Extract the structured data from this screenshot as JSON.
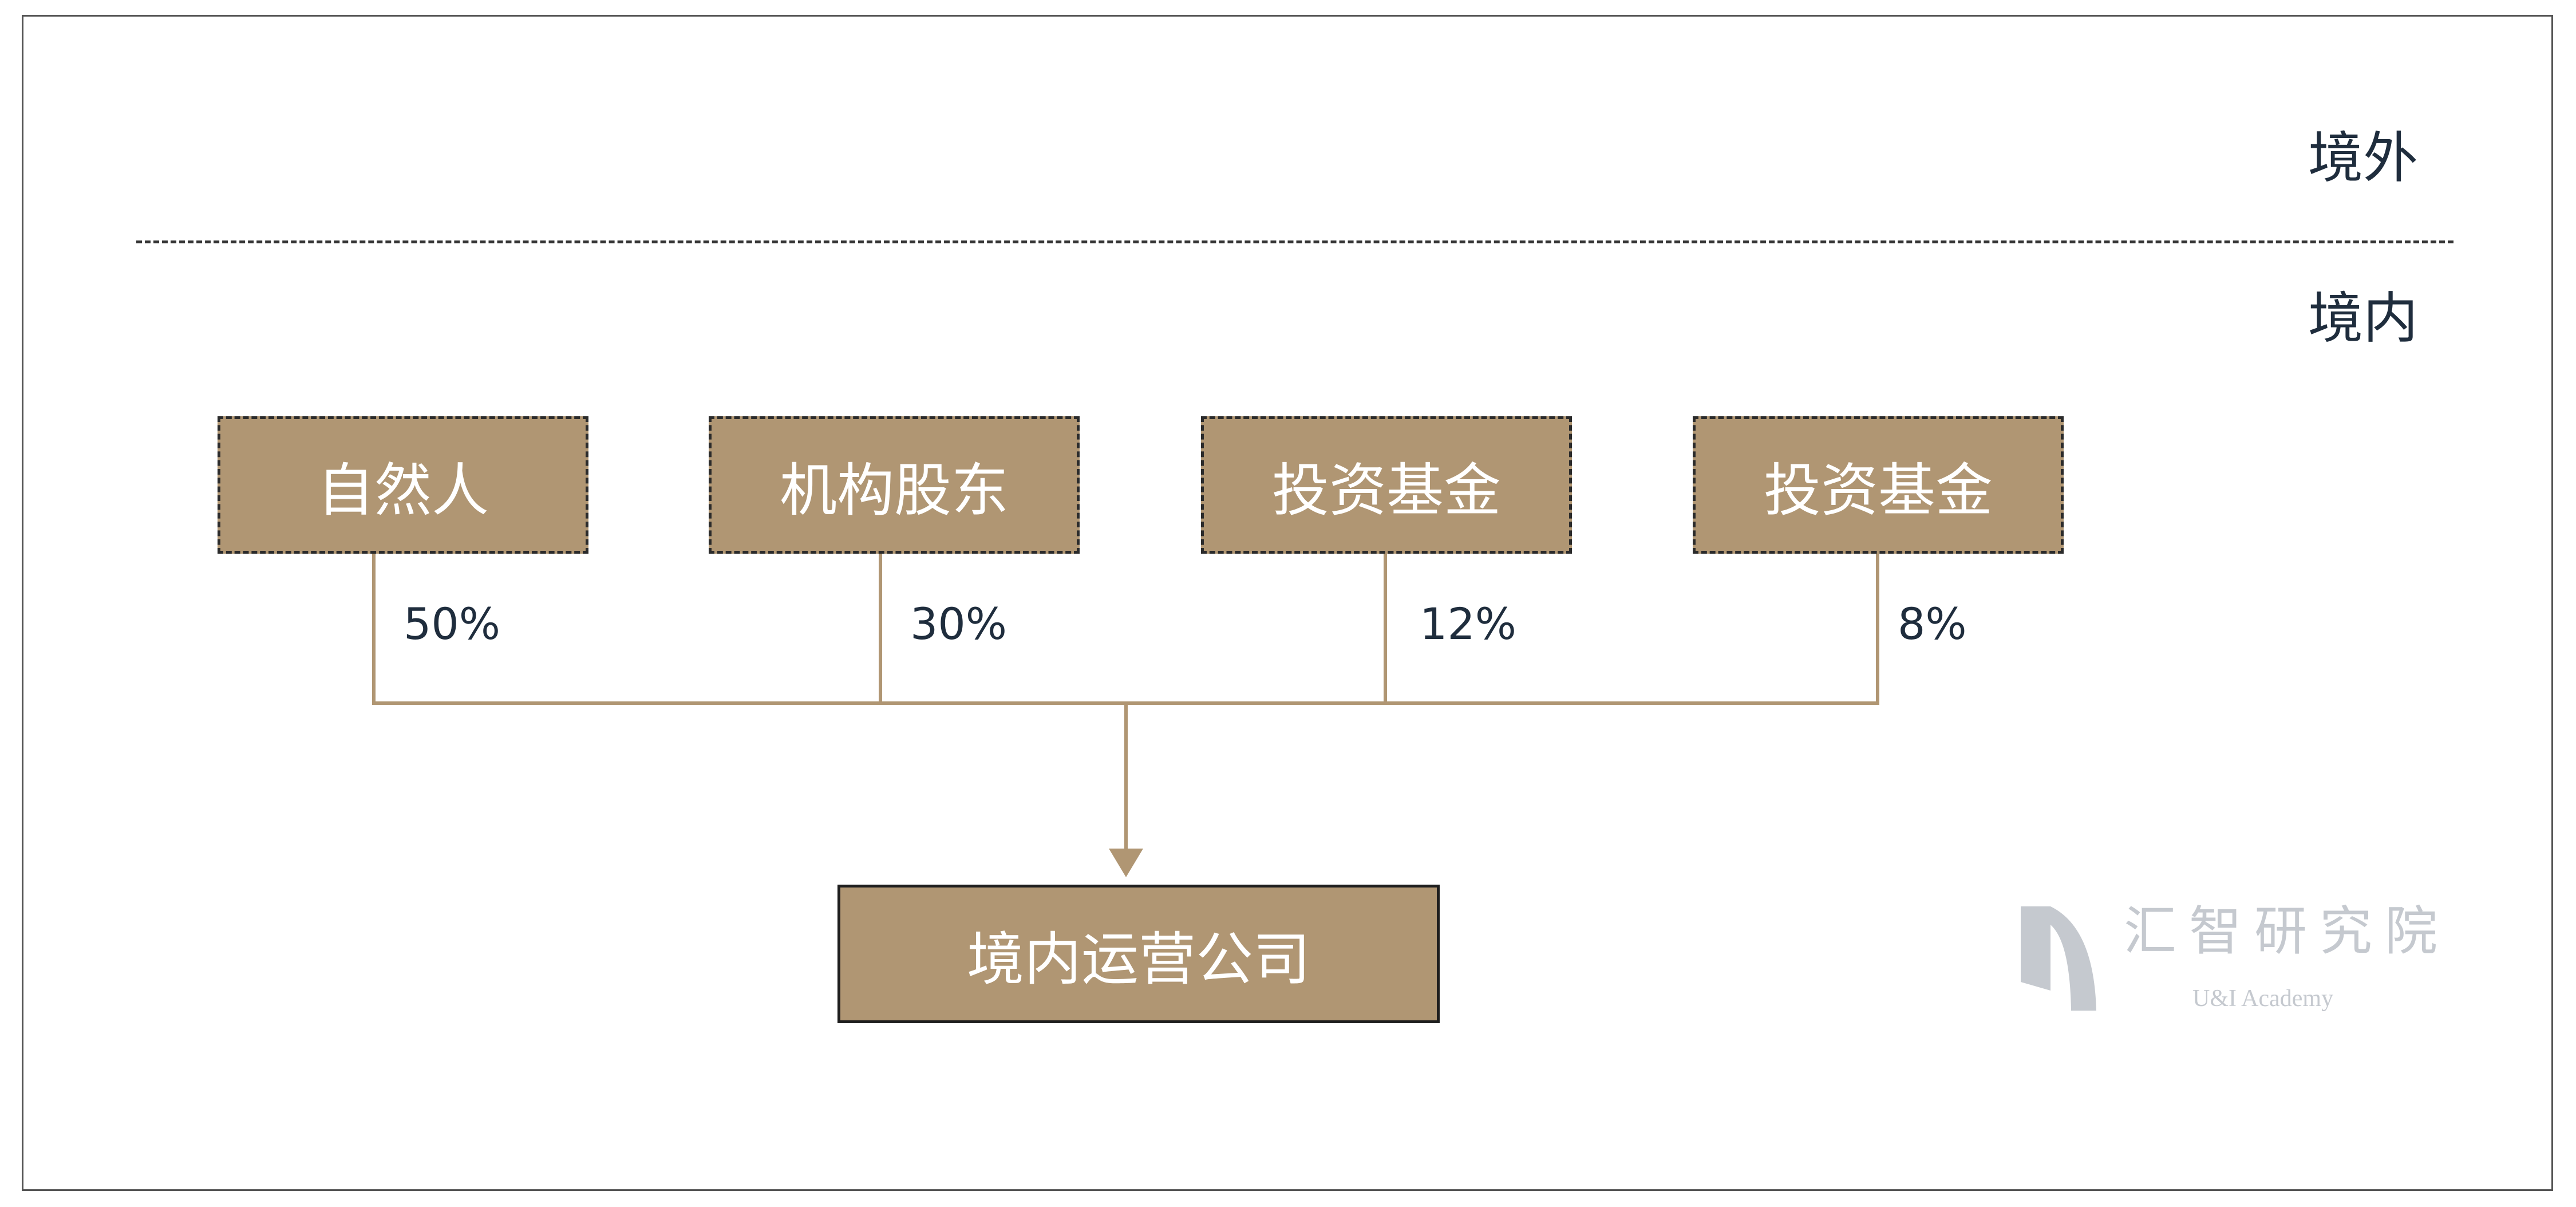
{
  "regions": {
    "offshore_label": "境外",
    "onshore_label": "境内"
  },
  "shareholders": [
    {
      "name": "自然人",
      "percent": "50%"
    },
    {
      "name": "机构股东",
      "percent": "30%"
    },
    {
      "name": "投资基金",
      "percent": "12%"
    },
    {
      "name": "投资基金",
      "percent": "8%"
    }
  ],
  "target": {
    "name": "境内运营公司"
  },
  "watermark": {
    "cn": "汇智研究院",
    "en": "U&I Academy"
  },
  "colors": {
    "box_fill": "#b09673",
    "line": "#b09673",
    "text": "#1f2d3d"
  }
}
